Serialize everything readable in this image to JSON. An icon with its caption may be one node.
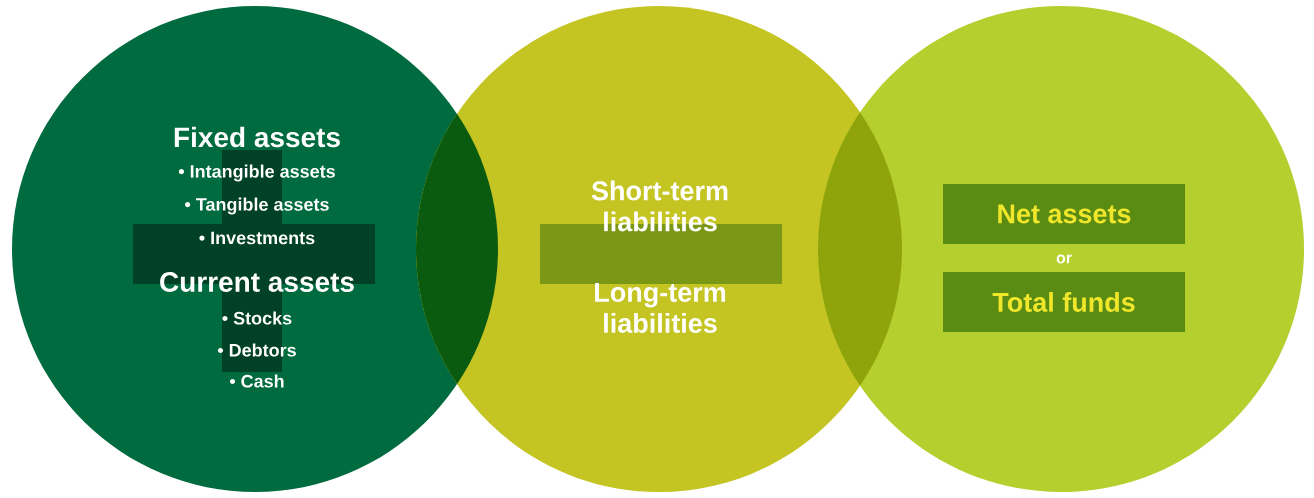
{
  "diagram": {
    "nodes": [
      {
        "text": [
          "Fixed assets",
          "• Intangible assets",
          "• Tangible assets",
          "• Investments",
          "Current assets",
          "• Stocks",
          "• Debtors",
          "• Cash"
        ]
      },
      {
        "text": [
          "Short-term liabilities",
          "Long-term liabilities"
        ]
      },
      {
        "text": [
          "or"
        ]
      },
      {
        "text": [
          "Net assets"
        ],
        "in": 2
      },
      {
        "text": [
          "Total funds"
        ],
        "in": 2
      }
    ]
  }
}
